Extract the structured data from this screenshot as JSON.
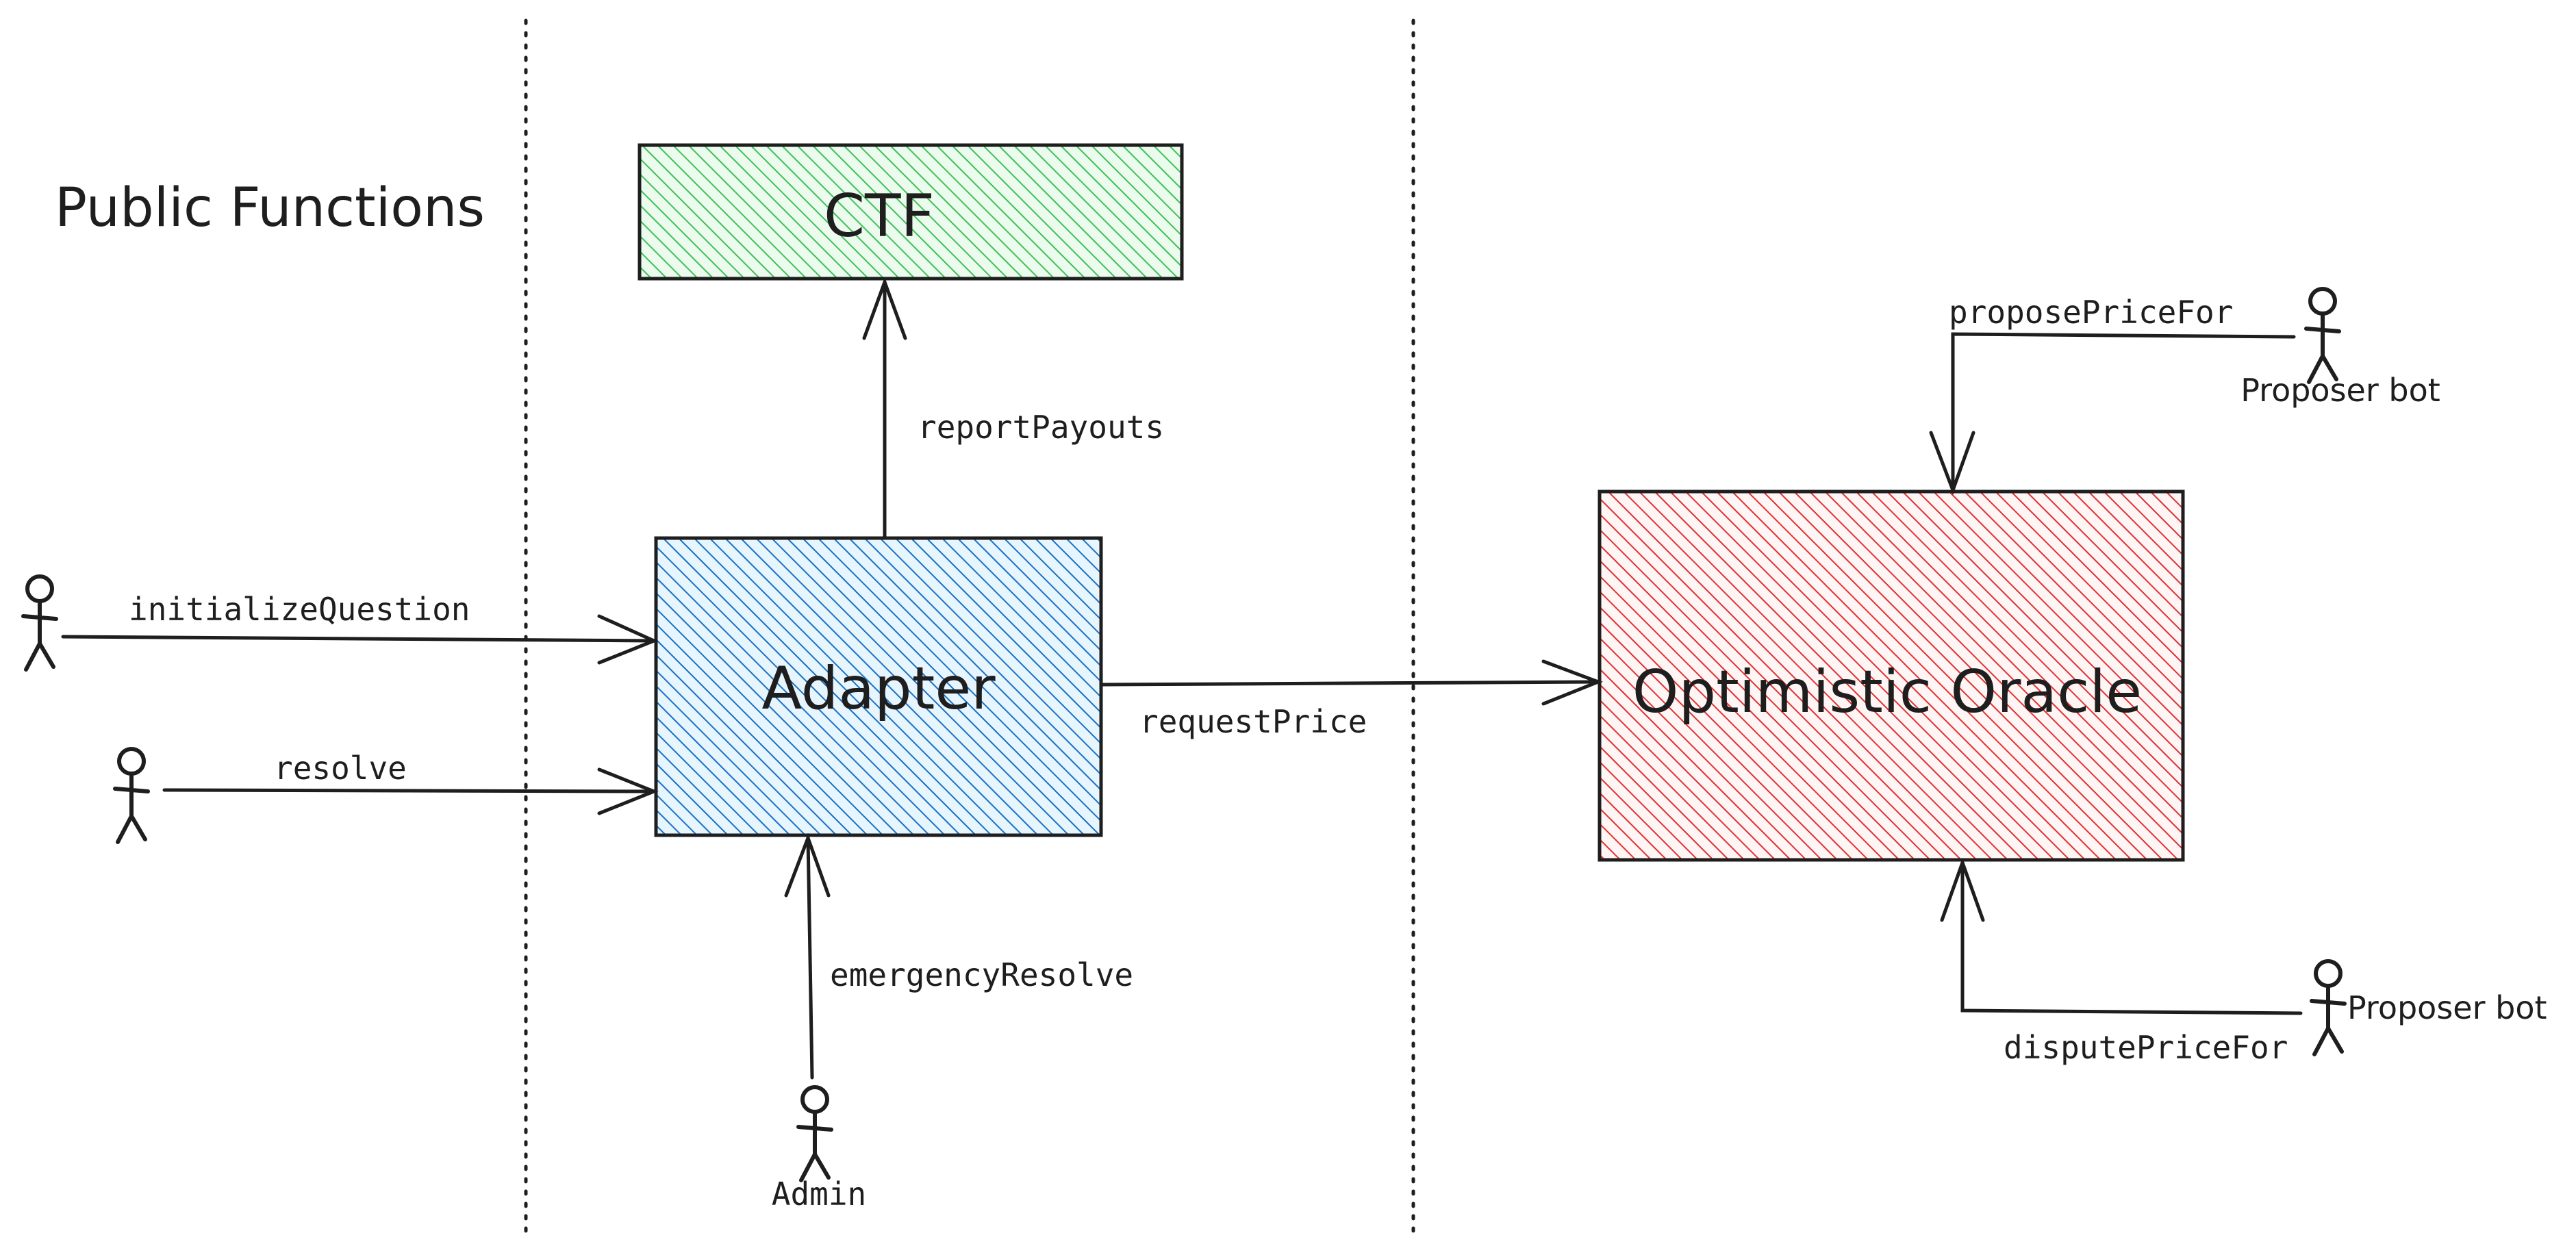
{
  "title": "Public Functions",
  "nodes": {
    "ctf": {
      "label": "CTF",
      "fill": "#40c057",
      "stroke": "#1e1e1e"
    },
    "adapter": {
      "label": "Adapter",
      "fill": "#1971c2",
      "stroke": "#1e1e1e"
    },
    "oracle": {
      "label": "Optimistic Oracle",
      "fill": "#e03131",
      "stroke": "#1e1e1e"
    }
  },
  "edges": {
    "initialize": "initializeQuestion",
    "resolve": "resolve",
    "report": "reportPayouts",
    "request": "requestPrice",
    "emergency": "emergencyResolve",
    "propose": "proposePriceFor",
    "dispute": "disputePriceFor"
  },
  "actors": {
    "admin": "Admin",
    "proposer_top": "Proposer bot",
    "proposer_bottom": "Proposer bot"
  }
}
